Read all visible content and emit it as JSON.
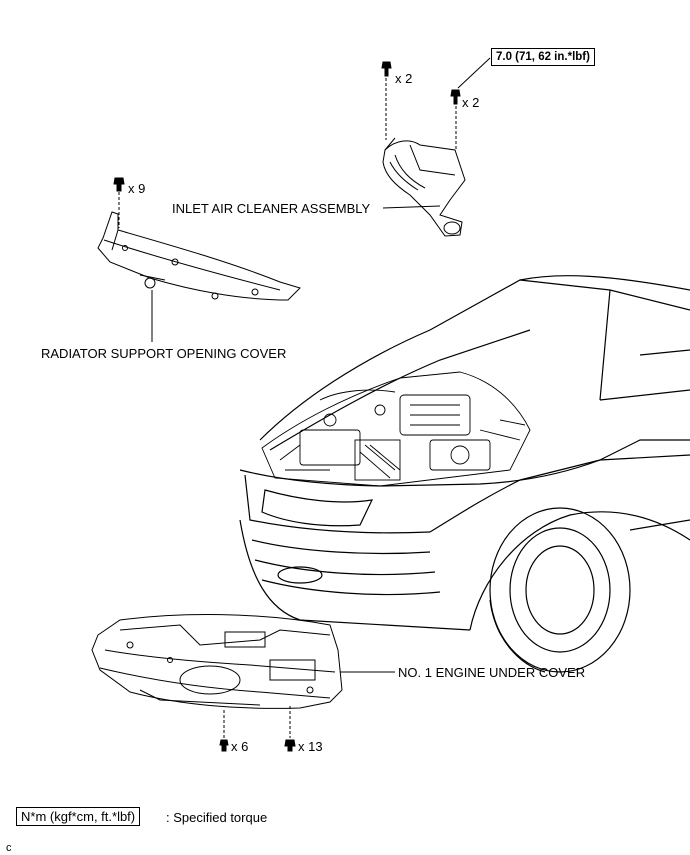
{
  "labels": {
    "inlet_air_cleaner": "INLET AIR CLEANER ASSEMBLY",
    "radiator_support_cover": "RADIATOR SUPPORT OPENING COVER",
    "engine_under_cover": "NO. 1 ENGINE UNDER COVER"
  },
  "quantities": {
    "inlet_bolt_left": "x 2",
    "inlet_bolt_right": "x 2",
    "radiator_clips": "x 9",
    "under_cover_bolts": "x 6",
    "under_cover_clips": "x 13"
  },
  "torque": {
    "inlet_bolt": "7.0 (71, 62 in.*lbf)"
  },
  "legend": {
    "box_text": "N*m (kgf*cm, ft.*lbf)",
    "description": ": Specified torque"
  },
  "figure_code": "c"
}
